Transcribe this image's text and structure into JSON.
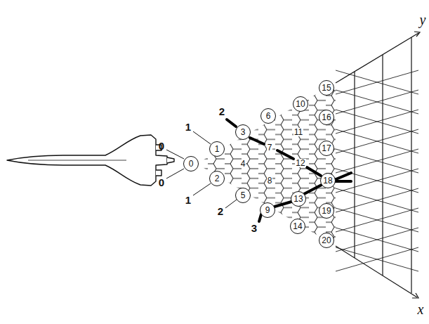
{
  "diagram": {
    "nodes": [
      {
        "text": [
          "0"
        ]
      },
      {
        "text": [
          "1"
        ]
      },
      {
        "text": [
          "2"
        ]
      },
      {
        "text": [
          "3"
        ]
      },
      {
        "text": [
          "5"
        ]
      },
      {
        "text": [
          "6"
        ]
      },
      {
        "text": [
          "9"
        ]
      },
      {
        "text": [
          "10"
        ]
      },
      {
        "text": [
          "13"
        ]
      },
      {
        "text": [
          "14"
        ]
      },
      {
        "text": [
          "15"
        ]
      },
      {
        "text": [
          "16"
        ]
      },
      {
        "text": [
          "17"
        ]
      },
      {
        "text": [
          "18"
        ]
      },
      {
        "text": [
          "19"
        ]
      },
      {
        "text": [
          "20"
        ]
      }
    ],
    "labels": [
      "0",
      "0",
      "1",
      "1",
      "2",
      "2",
      "3",
      "4",
      "7",
      "8",
      "11",
      "12",
      "y",
      "x"
    ]
  }
}
